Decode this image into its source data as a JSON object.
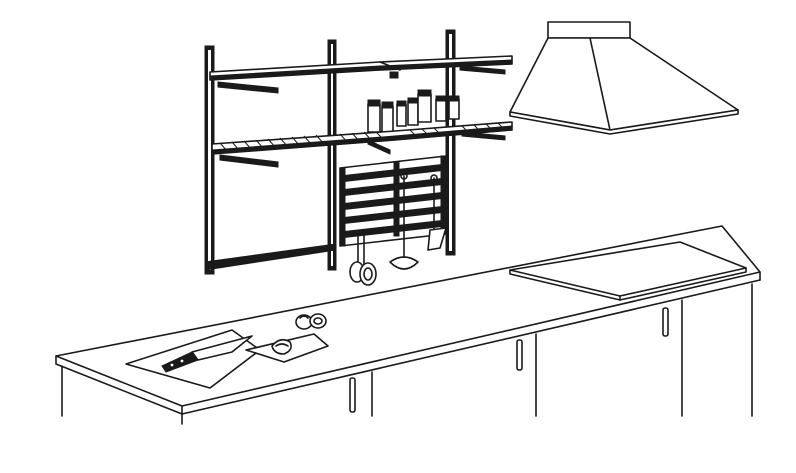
{
  "scene": {
    "description_visible_text": "",
    "ink_color": "#1a1a1a",
    "background_color": "#ffffff",
    "objects": [
      "wall-shelf-unit",
      "spice-jars",
      "dish-drying-rack",
      "hanging-utensils",
      "range-hood",
      "countertop",
      "cooktop",
      "base-cabinets",
      "cutting-board",
      "chef-knife",
      "sliced-vegetables"
    ]
  }
}
